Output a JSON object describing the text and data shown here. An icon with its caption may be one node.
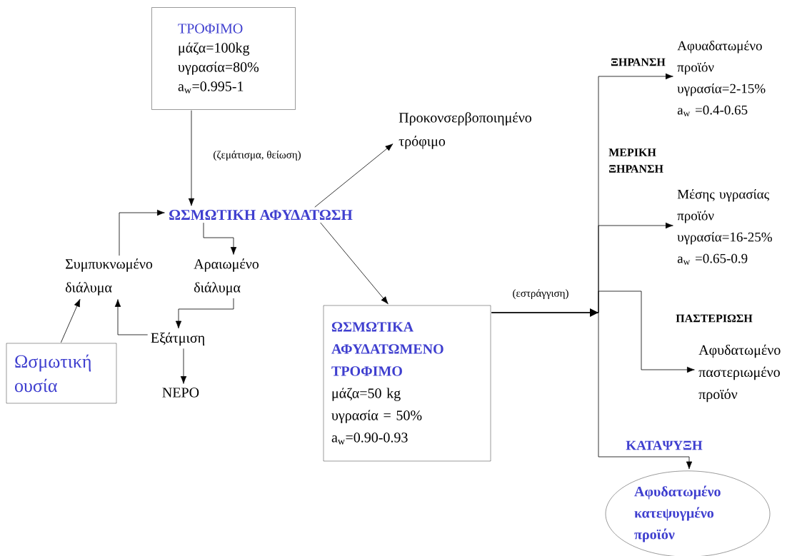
{
  "diagram": {
    "nodes": [
      {
        "text": [
          "ΤΡΟΦΙΜΟ",
          "μάζα=100kg",
          "υγρασία=80%",
          "a$_{w}$=0.995-1"
        ]
      },
      {
        "text": [
          "ΩΣΜΩΤΙΚΗ ΑΦΥΔΑΤΩΣΗ"
        ]
      },
      {
        "text": [
          "Προκονσερβοποιημένο τρόφιμο"
        ]
      },
      {
        "text": [
          "Συμπυκνωμένο διάλυμα"
        ]
      },
      {
        "text": [
          "Αραιωμένο διάλυμα"
        ]
      },
      {
        "text": [
          "Εξάτμιση"
        ]
      },
      {
        "text": [
          "ΝΕΡΟ"
        ]
      },
      {
        "text": [
          "Ωσμωτική ουσία"
        ]
      },
      {
        "text": [
          "ΩΣΜΩΤΙΚΑ ΑΦΥΔΑΤΩΜΕΝΟ ΤΡΟΦΙΜΟ",
          "μάζα=50 kg",
          "υγρασία = 50%",
          "a$_{w}$=0.90-0.93"
        ]
      },
      {
        "text": [
          "Αφυαδατωμένο προϊόν",
          "υγρασία=2-15%",
          "a$_{w}$ =0.4-0.65"
        ]
      },
      {
        "text": [
          "Μέσης υγρασίας προϊόν",
          "υγρασία=16-25%",
          "a$_{w}$ =0.65-0.9"
        ]
      },
      {
        "text": [
          "Αφυδατωμένο παστεριωμένο προϊόν"
        ]
      },
      {
        "text": [
          "Αφυδατωμένο κατεψυγμένο προϊόν"
        ]
      }
    ],
    "edges": [
      {
        "from": 0,
        "to": 1,
        "arrow": "to",
        "label": "(ζεμάτισμα, θείωση)"
      },
      {
        "from": 1,
        "to": 2,
        "arrow": "to"
      },
      {
        "from": 1,
        "to": 8,
        "arrow": "to"
      },
      {
        "from": 1,
        "to": 4,
        "arrow": "to"
      },
      {
        "from": 3,
        "to": 1,
        "arrow": "to"
      },
      {
        "from": 4,
        "to": 5,
        "arrow": "to"
      },
      {
        "from": 5,
        "to": 3,
        "arrow": "to"
      },
      {
        "from": 7,
        "to": 3,
        "arrow": "to"
      },
      {
        "from": 5,
        "to": 6,
        "arrow": "to"
      },
      {
        "from": 8,
        "to": 9,
        "arrow": "to"
      },
      {
        "from": 8,
        "to": 10,
        "arrow": "to"
      },
      {
        "from": 8,
        "to": 11,
        "arrow": "to"
      },
      {
        "from": 8,
        "to": 12,
        "arrow": "to"
      }
    ],
    "labels": [
      "ΞΗΡΑΝΣΗ",
      "ΜΕΡΙΚΗ ΞΗΡΑΝΣΗ",
      "(εστράγγιση)",
      "ΠΑΣΤΕΡΙΩΣΗ",
      "ΚΑΤΑΨΥΞΗ"
    ]
  }
}
